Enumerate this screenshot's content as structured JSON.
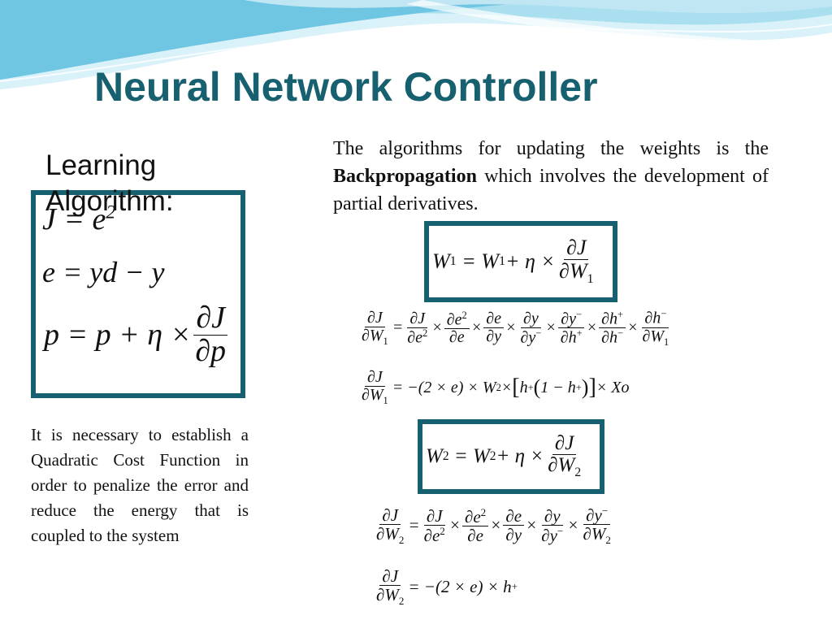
{
  "slide": {
    "title": "Neural Network Controller",
    "learning_label": "Learning Algorithm:",
    "intro_part1": "The algorithms for updating the weights is the ",
    "intro_bold": "Backpropagation",
    "intro_part2": " which involves the development of partial derivatives.",
    "side_note": "It is necessary to establish a Quadratic Cost Function in order to penalize the error and reduce the energy that is coupled to the system"
  },
  "colors": {
    "accent": "#17606f",
    "wave_light": "#bfe6f2",
    "wave_mid": "#7fcde6",
    "wave_dark": "#3aa9cf"
  }
}
